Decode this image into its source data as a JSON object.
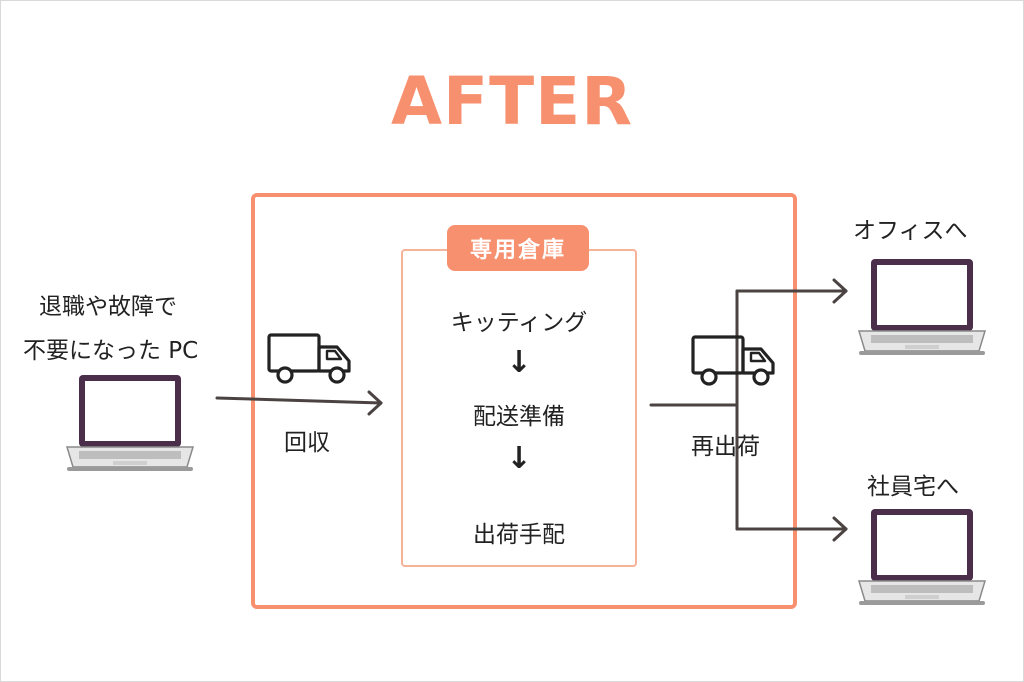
{
  "title": "AFTER",
  "source": {
    "label_line1": "退職や故障で",
    "label_line2": "不要になった PC"
  },
  "collect_label": "回収",
  "warehouse": {
    "badge": "専用倉庫",
    "steps": [
      "キッティング",
      "配送準備",
      "出荷手配"
    ],
    "arrow_glyph": "↓"
  },
  "reship_label": "再出荷",
  "destinations": [
    {
      "label": "オフィスへ"
    },
    {
      "label": "社員宅へ"
    }
  ],
  "colors": {
    "accent": "#f7906e",
    "accent_light": "#f7b29a",
    "line": "#4a4341",
    "laptop_frame": "#4a2e4a"
  }
}
